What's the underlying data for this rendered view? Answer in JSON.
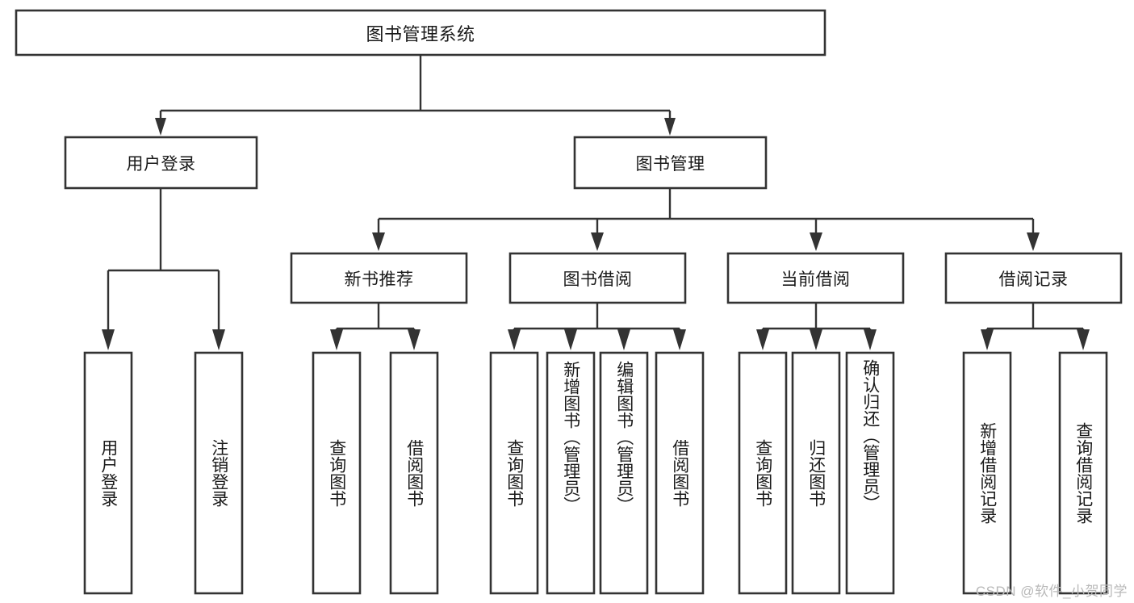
{
  "diagram": {
    "type": "tree-hierarchy-chart",
    "title": "图书管理系统",
    "watermark": "CSDN @软件_小贺同学",
    "colors": {
      "box_stroke": "#333333",
      "box_fill": "#ffffff",
      "line": "#333333",
      "text": "#1a1a1a",
      "watermark": "#b9b9b9",
      "background": "#ffffff"
    },
    "root": {
      "label": "图书管理系统"
    },
    "level1": [
      {
        "label": "用户登录"
      },
      {
        "label": "图书管理"
      }
    ],
    "level2": [
      {
        "label": "新书推荐"
      },
      {
        "label": "图书借阅"
      },
      {
        "label": "当前借阅"
      },
      {
        "label": "借阅记录"
      }
    ],
    "leaves": {
      "user_login": [
        {
          "label": "用户登录"
        },
        {
          "label": "注销登录"
        }
      ],
      "new_book_recommend": [
        {
          "label": "查询图书"
        },
        {
          "label": "借阅图书"
        }
      ],
      "book_borrow": [
        {
          "label": "查询图书"
        },
        {
          "label": "新增图书（管理员）"
        },
        {
          "label": "编辑图书（管理员）"
        },
        {
          "label": "借阅图书"
        }
      ],
      "current_borrow": [
        {
          "label": "查询图书"
        },
        {
          "label": "归还图书"
        },
        {
          "label": "确认归还（管理员）"
        }
      ],
      "borrow_record": [
        {
          "label": "新增借阅记录"
        },
        {
          "label": "查询借阅记录"
        }
      ]
    }
  }
}
